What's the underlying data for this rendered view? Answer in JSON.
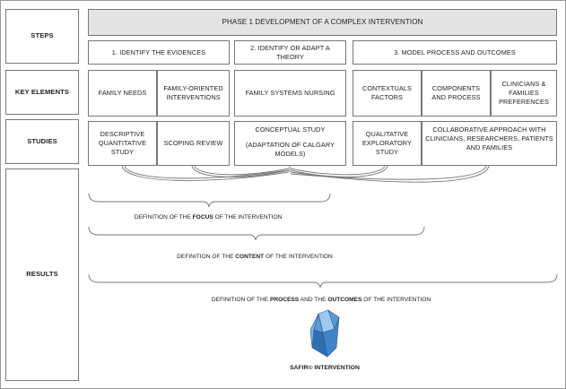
{
  "row_labels": {
    "steps": "STEPS",
    "key_elements": "KEY ELEMENTS",
    "studies": "STUDIES",
    "results": "RESULTS"
  },
  "phase_title": "PHASE 1 DEVELOPMENT OF A COMPLEX INTERVENTION",
  "steps": {
    "step1": "1. IDENTIFY THE EVIDENCES",
    "step2": "2. IDENTIFY OR ADAPT A THEORY",
    "step3": "3. MODEL PROCESS AND OUTCOMES"
  },
  "key_elements": {
    "family_needs": "FAMILY NEEDS",
    "family_oriented": "FAMILY-ORIENTED INTERVENTIONS",
    "family_systems": "FAMILY SYSTEMS NURSING",
    "contextual": "CONTEXTUALS FACTORS",
    "components": "COMPONENTS AND PROCESS",
    "preferences": "CLINICIANS & FAMILIES PREFERENCES"
  },
  "studies": {
    "descriptive": "DESCRIPTIVE QUANTITATIVE STUDY",
    "scoping": "SCOPING REVIEW",
    "conceptual_title": "CONCEPTUAL STUDY",
    "conceptual_sub": "(ADAPTATION OF CALGARY MODELS)",
    "qualitative": "QUALITATIVE EXPLORATORY STUDY",
    "collaborative": "COLLABORATIVE APPROACH WITH CLINICIANS, RESEARCHERS, PATIENTS AND FAMILIES"
  },
  "results": {
    "focus_pre": "DEFINITION OF THE ",
    "focus_bold": "FOCUS",
    "focus_post": " OF THE INTERVENTION",
    "content_pre": "DEFINITION OF THE ",
    "content_bold": "CONTENT",
    "content_post": " OF THE INTERVENTION",
    "process_pre": "DEFINITION OF THE ",
    "process_bold": "PROCESS",
    "process_mid": " AND THE ",
    "outcomes_bold": "OUTCOMES",
    "process_post": " OF THE INTERVENTION"
  },
  "final_label": "SAFIR© INTERVENTION",
  "colors": {
    "gem_light": "#9ec8f0",
    "gem_mid": "#5b9bd5",
    "gem_dark": "#2f6fb0",
    "phase_fill": "#e4e4e4"
  }
}
